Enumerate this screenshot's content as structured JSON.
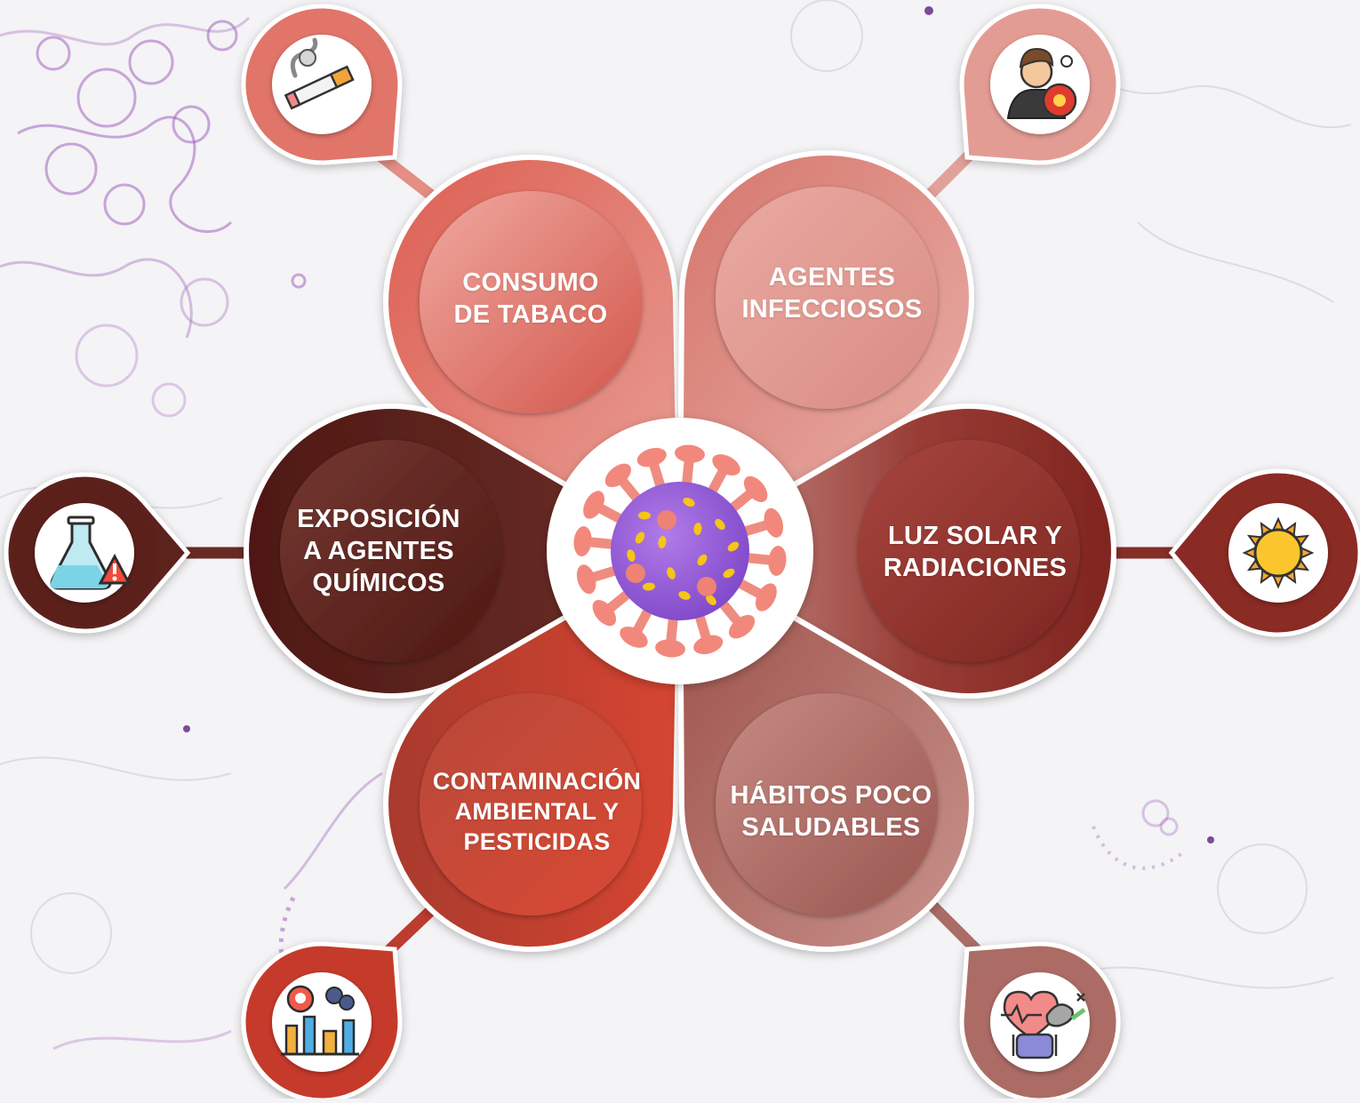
{
  "diagram": {
    "center": {
      "icon": "virus-icon"
    },
    "factors": [
      {
        "id": "tabaco",
        "label": "CONSUMO\nDE TABACO",
        "icon": "cigarette-icon",
        "color": "#d9685e"
      },
      {
        "id": "infecciosos",
        "label": "AGENTES\nINFECCIOSOS",
        "icon": "sick-person-virus-icon",
        "color": "#e0958d"
      },
      {
        "id": "quimicos",
        "label": "EXPOSICIÓN\nA AGENTES\nQUÍMICOS",
        "icon": "chemical-flask-warning-icon",
        "color": "#5a1f1a"
      },
      {
        "id": "solar",
        "label": "LUZ SOLAR Y\nRADIACIONES",
        "icon": "sun-icon",
        "color": "#8e2f2a"
      },
      {
        "id": "contaminacion",
        "label": "CONTAMINACIÓN\nAMBIENTAL Y\nPESTICIDAS",
        "icon": "factory-pollution-icon",
        "color": "#c8402f"
      },
      {
        "id": "habitos",
        "label": "HÁBITOS POCO\nSALUDABLES",
        "icon": "unhealthy-habits-icon",
        "color": "#a86961"
      }
    ]
  }
}
